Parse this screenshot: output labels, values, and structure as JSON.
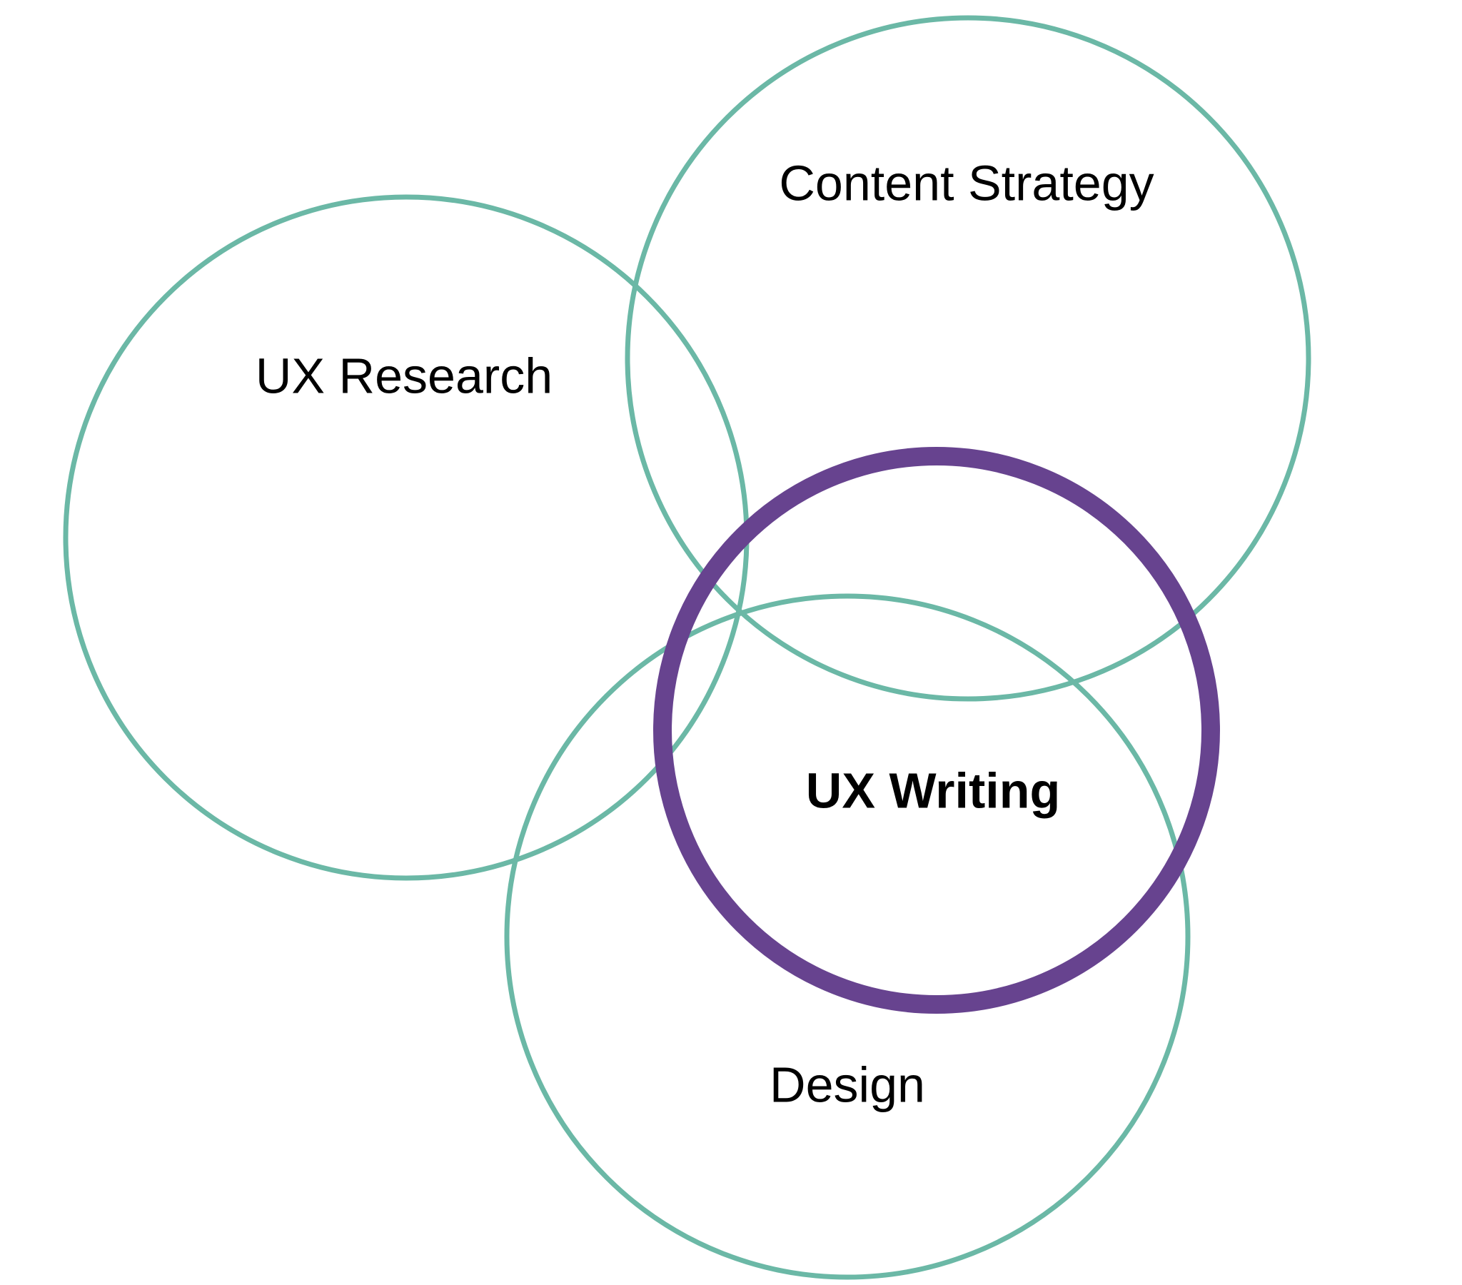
{
  "colors": {
    "background": "#ffffff",
    "outer_circle_stroke": "#6bb8a6",
    "center_circle_stroke": "#67438f",
    "label_text": "#000000"
  },
  "diagram": {
    "circles": [
      {
        "id": "content-strategy",
        "label": "Content Strategy",
        "bold": false
      },
      {
        "id": "ux-research",
        "label": "UX Research",
        "bold": false
      },
      {
        "id": "design",
        "label": "Design",
        "bold": false
      },
      {
        "id": "ux-writing",
        "label": "UX Writing",
        "bold": true
      }
    ]
  }
}
